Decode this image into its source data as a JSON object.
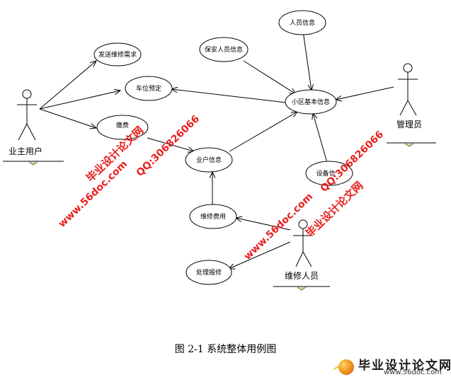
{
  "diagram": {
    "actors": {
      "owner": "业主用户",
      "manager": "管理员",
      "repair_staff": "维修人员"
    },
    "use_cases": {
      "send_repair_request": "发送维修需求",
      "parking_reservation": "车位预定",
      "payment": "缴费",
      "owner_info": "业户信息",
      "community_info": "小区基本信息",
      "security_staff_info": "保安人员信息",
      "staff_info": "人员信息",
      "equipment_info": "设备信",
      "repair_fee": "维修费用",
      "handle_repair": "处理报修"
    }
  },
  "caption": "图 2-1  系统整体用例图",
  "watermark": {
    "left_title": "毕业设计论文网",
    "left_url": "www.56doc.com",
    "left_qq": "QQ:306826066",
    "right_title": "毕业设计论文网",
    "right_url": "www.56doc.com",
    "right_qq": "QQ:306826066"
  },
  "logo": {
    "title": "毕业设计论文网",
    "url": "www.56doc.com"
  }
}
